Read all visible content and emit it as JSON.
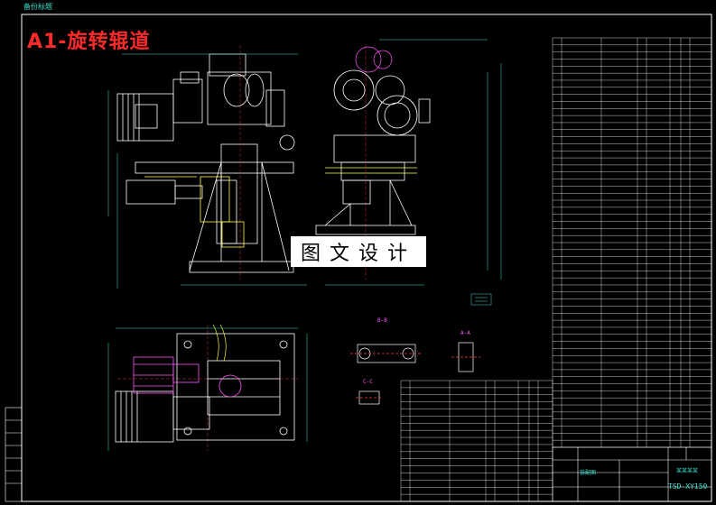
{
  "header": {
    "top_left_label": "备份标题",
    "title": "A1-旋转辊道"
  },
  "watermark": {
    "text": "图文设计"
  },
  "section_labels": {
    "b_b": "B-B",
    "a_a": "A-A",
    "c_c": "C-C"
  },
  "title_block": {
    "drawing_number": "TSD-XY150",
    "company": "某某某某",
    "scale": "装配图"
  },
  "colors": {
    "background": "#000000",
    "frame": "#ffffff",
    "drawing_lines": "#ffffff",
    "dimension": "#3adfcf",
    "title": "#ff2a2a",
    "highlight": "#ff55ff",
    "accent": "#ffff3a",
    "center": "#ff4040"
  }
}
